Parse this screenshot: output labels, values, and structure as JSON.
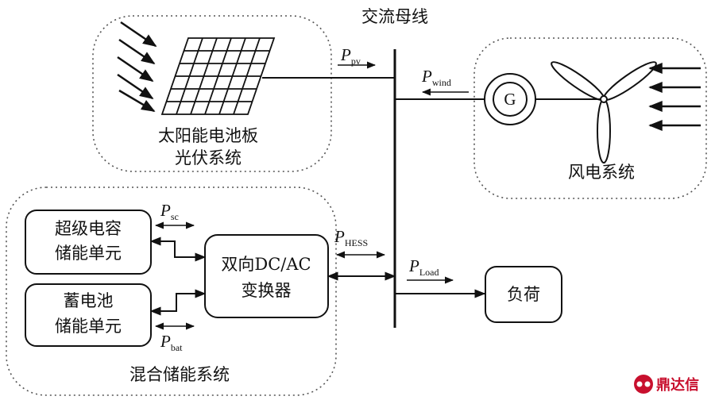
{
  "bus": {
    "label": "交流母线"
  },
  "pv": {
    "label_line1": "太阳能电池板",
    "label_line2": "光伏系统",
    "power_symbol": "P",
    "power_sub": "pv"
  },
  "wind": {
    "label": "风电系统",
    "power_symbol": "P",
    "power_sub": "wind",
    "generator": "G"
  },
  "hess": {
    "label": "混合储能系统",
    "supercap": {
      "line1": "超级电容",
      "line2": "储能单元",
      "power_symbol": "P",
      "power_sub": "sc"
    },
    "battery": {
      "line1": "蓄电池",
      "line2": "储能单元",
      "power_symbol": "P",
      "power_sub": "bat"
    },
    "converter": {
      "line1": "双向DC/AC",
      "line2": "变换器"
    },
    "power_symbol": "P",
    "power_sub": "HESS"
  },
  "load": {
    "label": "负荷",
    "power_symbol": "P",
    "power_sub": "Load"
  },
  "watermark": {
    "text": "鼎达信",
    "color": "#c8102e"
  }
}
